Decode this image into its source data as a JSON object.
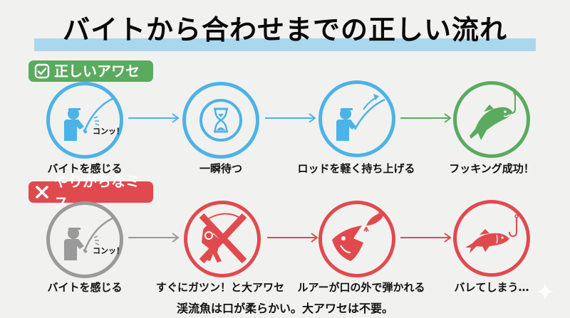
{
  "title": "バイトから合わせまでの正しい流れ",
  "colors": {
    "background": "#f1f1f0",
    "title_band": "#a9d8ee",
    "blue": "#4cb3e6",
    "green": "#5aab5e",
    "red": "#e04a4e",
    "gray": "#9a9a9a"
  },
  "correct": {
    "badge_icon": "checkbox-check-icon",
    "badge_label": "正しいアワセ",
    "steps": [
      {
        "icon": "angler-feeling-bite-icon",
        "caption": "コンッ！",
        "label": "バイトを感じる"
      },
      {
        "icon": "hourglass-icon",
        "label": "一瞬待つ"
      },
      {
        "icon": "angler-lifting-rod-icon",
        "label": "ロッドを軽く持ち上げる"
      },
      {
        "icon": "hooked-fish-icon",
        "label": "フッキング成功！"
      }
    ]
  },
  "mistake": {
    "badge_icon": "cross-icon",
    "badge_label": "やりがちなミス",
    "steps": [
      {
        "icon": "angler-feeling-bite-icon",
        "caption": "コンッ！",
        "label": "バイトを感じる"
      },
      {
        "icon": "prohibited-big-hookset-icon",
        "label": "すぐにガツン！と大アワセ"
      },
      {
        "icon": "lure-bounced-off-mouth-icon",
        "label": "ルアーが口の外で弾かれる"
      },
      {
        "icon": "fish-escaped-icon",
        "label": "バレてしまう…"
      }
    ]
  },
  "footer": "渓流魚は口が柔らかい。大アワセは不要。"
}
